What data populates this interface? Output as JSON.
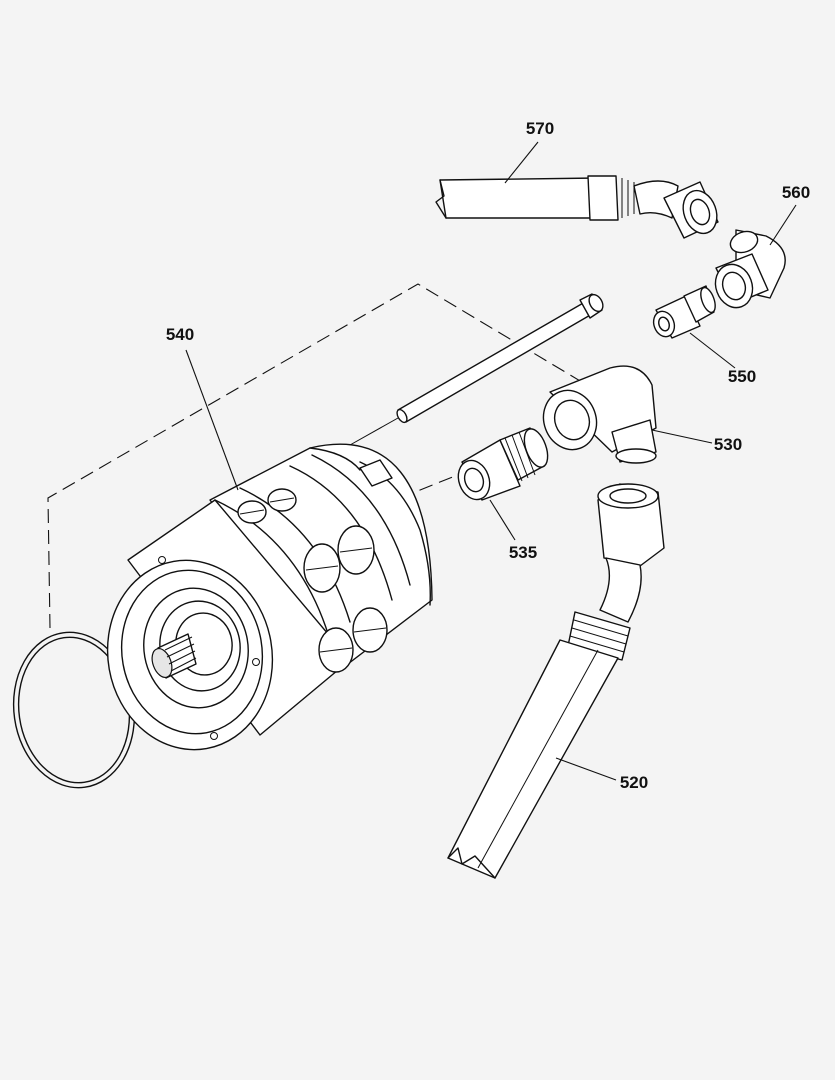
{
  "labels": {
    "l520": "520",
    "l530": "530",
    "l535": "535",
    "l540": "540",
    "l550": "550",
    "l560": "560",
    "l570": "570"
  }
}
